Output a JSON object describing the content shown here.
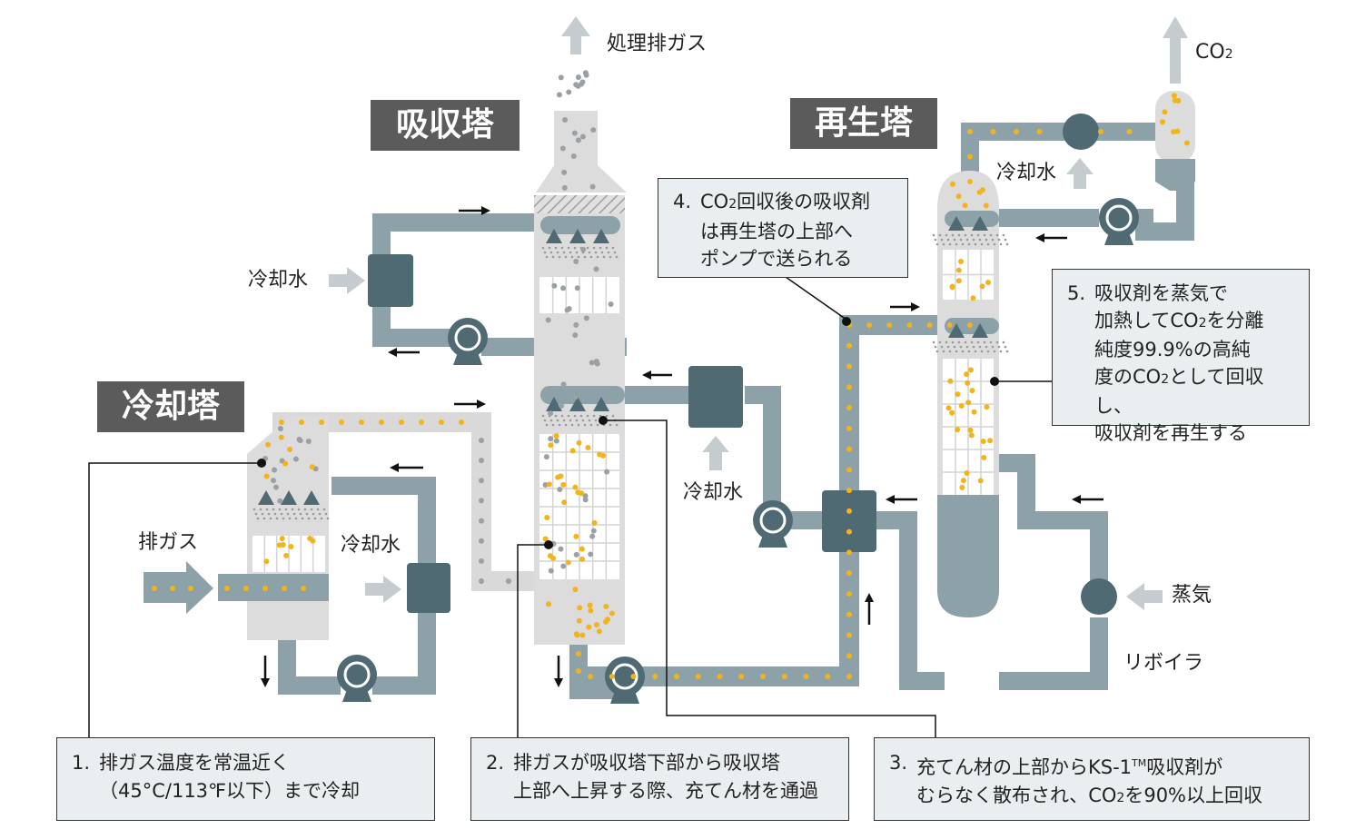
{
  "titles": {
    "absorber": "吸収塔",
    "regenerator": "再生塔",
    "cooling": "冷却塔"
  },
  "labels": {
    "treated_gas": "処理排ガス",
    "co2_out": "CO",
    "co2_sub": "2",
    "exhaust_gas": "排ガス",
    "cooling_water": "冷却水",
    "steam": "蒸気",
    "reboiler": "リボイラ"
  },
  "callouts": {
    "c1": {
      "num": "1.",
      "line1": "排ガス温度を常温近く",
      "line2": "（45°C/113℉以下）まで冷却"
    },
    "c2": {
      "num": "2.",
      "line1": "排ガスが吸収塔下部から吸収塔",
      "line2": "上部へ上昇する際、充てん材を通過"
    },
    "c3": {
      "num": "3.",
      "line1a": "充てん材の上部からKS-1",
      "tm": "TM",
      "line1b": "吸収剤が",
      "line2a": "むらなく散布され、CO",
      "co2_sub": "2",
      "line2b": "を90%以上回収"
    },
    "c4": {
      "num": "4.",
      "line1a": "CO",
      "co2_sub": "2",
      "line1b": "回収後の吸収剤",
      "line2": "は再生塔の上部へ",
      "line3": "ポンプで送られる"
    },
    "c5": {
      "num": "5.",
      "line1": "吸収剤を蒸気で",
      "line2a": "加熱してCO",
      "co2_sub": "2",
      "line2b": "を分離",
      "line3": "純度99.9%の高純",
      "line4a": "度のCO",
      "line4b": "として回収し、",
      "line5": "吸収剤を再生する"
    }
  },
  "colors": {
    "pipe": "#8da1a8",
    "equipment": "#4f6a73",
    "tower": "#dcdcdc",
    "arrow_light": "#c5ccd0",
    "dot_yellow": "#f3b31a",
    "dot_gray": "#9aa0a3",
    "title_bg": "#5b5b5b"
  }
}
